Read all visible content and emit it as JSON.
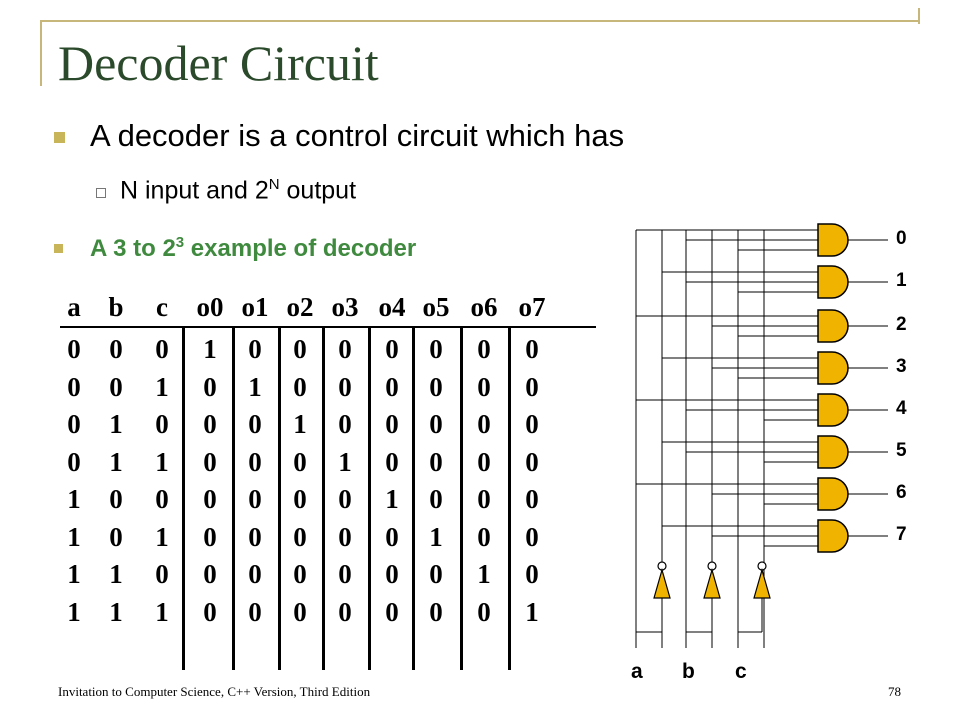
{
  "slide": {
    "title": "Decoder Circuit",
    "bullet1": "A decoder is a control circuit which has",
    "sub1_prefix": "N input and 2",
    "sub1_sup": "N",
    "sub1_suffix": " output",
    "bullet2_prefix": "A 3 to 2",
    "bullet2_sup": "3",
    "bullet2_suffix": " example of decoder",
    "footer_left": "Invitation to Computer Science, C++ Version, Third Edition",
    "footer_right": "78",
    "accent_color": "#c8b55a",
    "title_color": "#2b4a2b",
    "bullet2_color": "#3f8a3f",
    "gate_fill": "#f0b400"
  },
  "truth_table": {
    "headers": [
      "a",
      "b",
      "c",
      "o0",
      "o1",
      "o2",
      "o3",
      "o4",
      "o5",
      "o6",
      "o7"
    ],
    "rows": [
      [
        "0",
        "0",
        "0",
        "1",
        "0",
        "0",
        "0",
        "0",
        "0",
        "0",
        "0"
      ],
      [
        "0",
        "0",
        "1",
        "0",
        "1",
        "0",
        "0",
        "0",
        "0",
        "0",
        "0"
      ],
      [
        "0",
        "1",
        "0",
        "0",
        "0",
        "1",
        "0",
        "0",
        "0",
        "0",
        "0"
      ],
      [
        "0",
        "1",
        "1",
        "0",
        "0",
        "0",
        "1",
        "0",
        "0",
        "0",
        "0"
      ],
      [
        "1",
        "0",
        "0",
        "0",
        "0",
        "0",
        "0",
        "1",
        "0",
        "0",
        "0"
      ],
      [
        "1",
        "0",
        "1",
        "0",
        "0",
        "0",
        "0",
        "0",
        "1",
        "0",
        "0"
      ],
      [
        "1",
        "1",
        "0",
        "0",
        "0",
        "0",
        "0",
        "0",
        "0",
        "1",
        "0"
      ],
      [
        "1",
        "1",
        "1",
        "0",
        "0",
        "0",
        "0",
        "0",
        "0",
        "0",
        "1"
      ]
    ]
  },
  "circuit": {
    "outputs": [
      "0",
      "1",
      "2",
      "3",
      "4",
      "5",
      "6",
      "7"
    ],
    "inputs": [
      "a",
      "b",
      "c"
    ]
  }
}
